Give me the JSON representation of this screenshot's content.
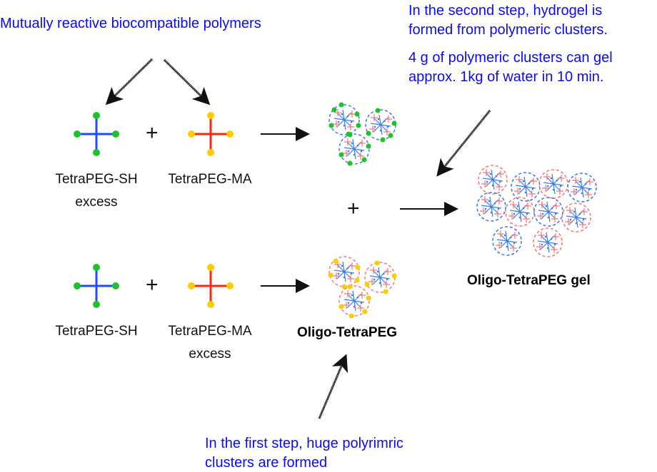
{
  "annotations": {
    "top_left": "Mutually reactive biocompatible polymers",
    "top_right_line1": "In the second step, hydrogel is",
    "top_right_line2": "formed from polymeric clusters.",
    "top_right_line3": "4 g of polymeric clusters can gel",
    "top_right_line4": "approx. 1kg of water in 10 min.",
    "bottom_line1": "In the first step, huge polyrimric",
    "bottom_line2": "clusters are formed"
  },
  "row1": {
    "left_name": "TetraPEG-SH",
    "left_note": "excess",
    "right_name": "TetraPEG-MA",
    "right_note": "",
    "plus": "+"
  },
  "row2": {
    "left_name": "TetraPEG-SH",
    "left_note": "",
    "right_name": "TetraPEG-MA",
    "right_note": "excess",
    "plus": "+"
  },
  "middle_plus": "+",
  "products": {
    "oligo_label": "Oligo-TetraPEG",
    "gel_label": "Oligo-TetraPEG gel"
  },
  "colors": {
    "annotation_blue": "#0a0af5",
    "sh_arm": "#1f4df5",
    "sh_end": "#1ec22a",
    "ma_arm": "#f52a12",
    "ma_end": "#ffcc00",
    "cluster_blue": "#3b7bf0",
    "cluster_red": "#f07a7a"
  }
}
